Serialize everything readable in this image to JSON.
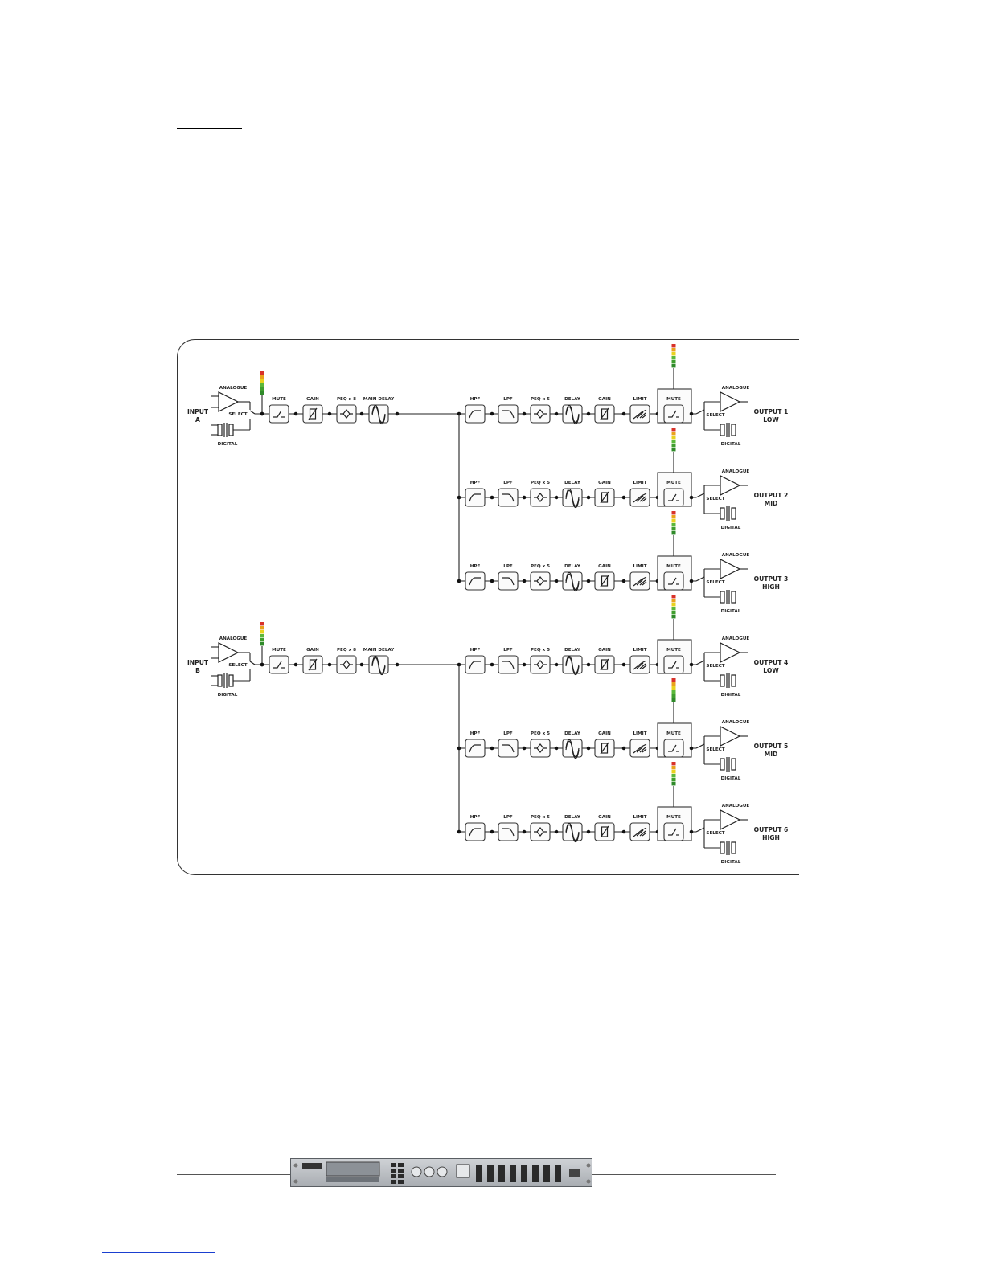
{
  "diagram": {
    "inputs": [
      {
        "name": "INPUT",
        "id": "A",
        "analogue": "ANALOGUE",
        "digital": "DIGITAL",
        "select": "SELECT",
        "blocks": [
          "MUTE",
          "GAIN",
          "PEQ x 8",
          "MAIN DELAY"
        ]
      },
      {
        "name": "INPUT",
        "id": "B",
        "analogue": "ANALOGUE",
        "digital": "DIGITAL",
        "select": "SELECT",
        "blocks": [
          "MUTE",
          "GAIN",
          "PEQ x 8",
          "MAIN DELAY"
        ]
      }
    ],
    "output_blocks": [
      "HPF",
      "LPF",
      "PEQ x 5",
      "DELAY",
      "GAIN",
      "LIMIT",
      "MUTE"
    ],
    "outputs": [
      {
        "line1": "OUTPUT 1",
        "line2": "LOW",
        "input": "A"
      },
      {
        "line1": "OUTPUT 2",
        "line2": "MID",
        "input": "A"
      },
      {
        "line1": "OUTPUT 3",
        "line2": "HIGH",
        "input": "A"
      },
      {
        "line1": "OUTPUT 4",
        "line2": "LOW",
        "input": "B"
      },
      {
        "line1": "OUTPUT 5",
        "line2": "MID",
        "input": "B"
      },
      {
        "line1": "OUTPUT 6",
        "line2": "HIGH",
        "input": "B"
      }
    ],
    "output_labels": {
      "analogue": "ANALOGUE",
      "digital": "DIGITAL",
      "select": "SELECT"
    },
    "meter_colors": [
      "#d8322a",
      "#e9a21c",
      "#e8d21f",
      "#5bb83a",
      "#3f9e2e",
      "#2f8a2a"
    ]
  }
}
